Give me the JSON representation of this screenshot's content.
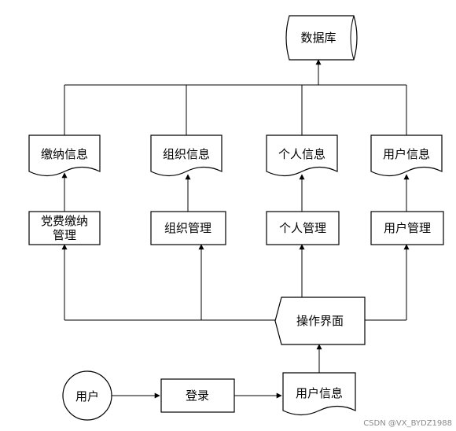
{
  "nodes": {
    "database": "数据库",
    "doc_payment": "缴纳信息",
    "doc_org": "组织信息",
    "doc_personal": "个人信息",
    "doc_user_top": "用户信息",
    "box_payment_line1": "党费缴纳",
    "box_payment_line2": "管理",
    "box_org": "组织管理",
    "box_personal": "个人管理",
    "box_user": "用户管理",
    "operation": "操作界面",
    "user": "用户",
    "login": "登录",
    "doc_user_bottom": "用户信息"
  },
  "watermark": "CSDN @VX_BYDZ1988",
  "colors": {
    "stroke": "#000000",
    "fill": "#ffffff",
    "watermark": "#8a8a8a"
  }
}
